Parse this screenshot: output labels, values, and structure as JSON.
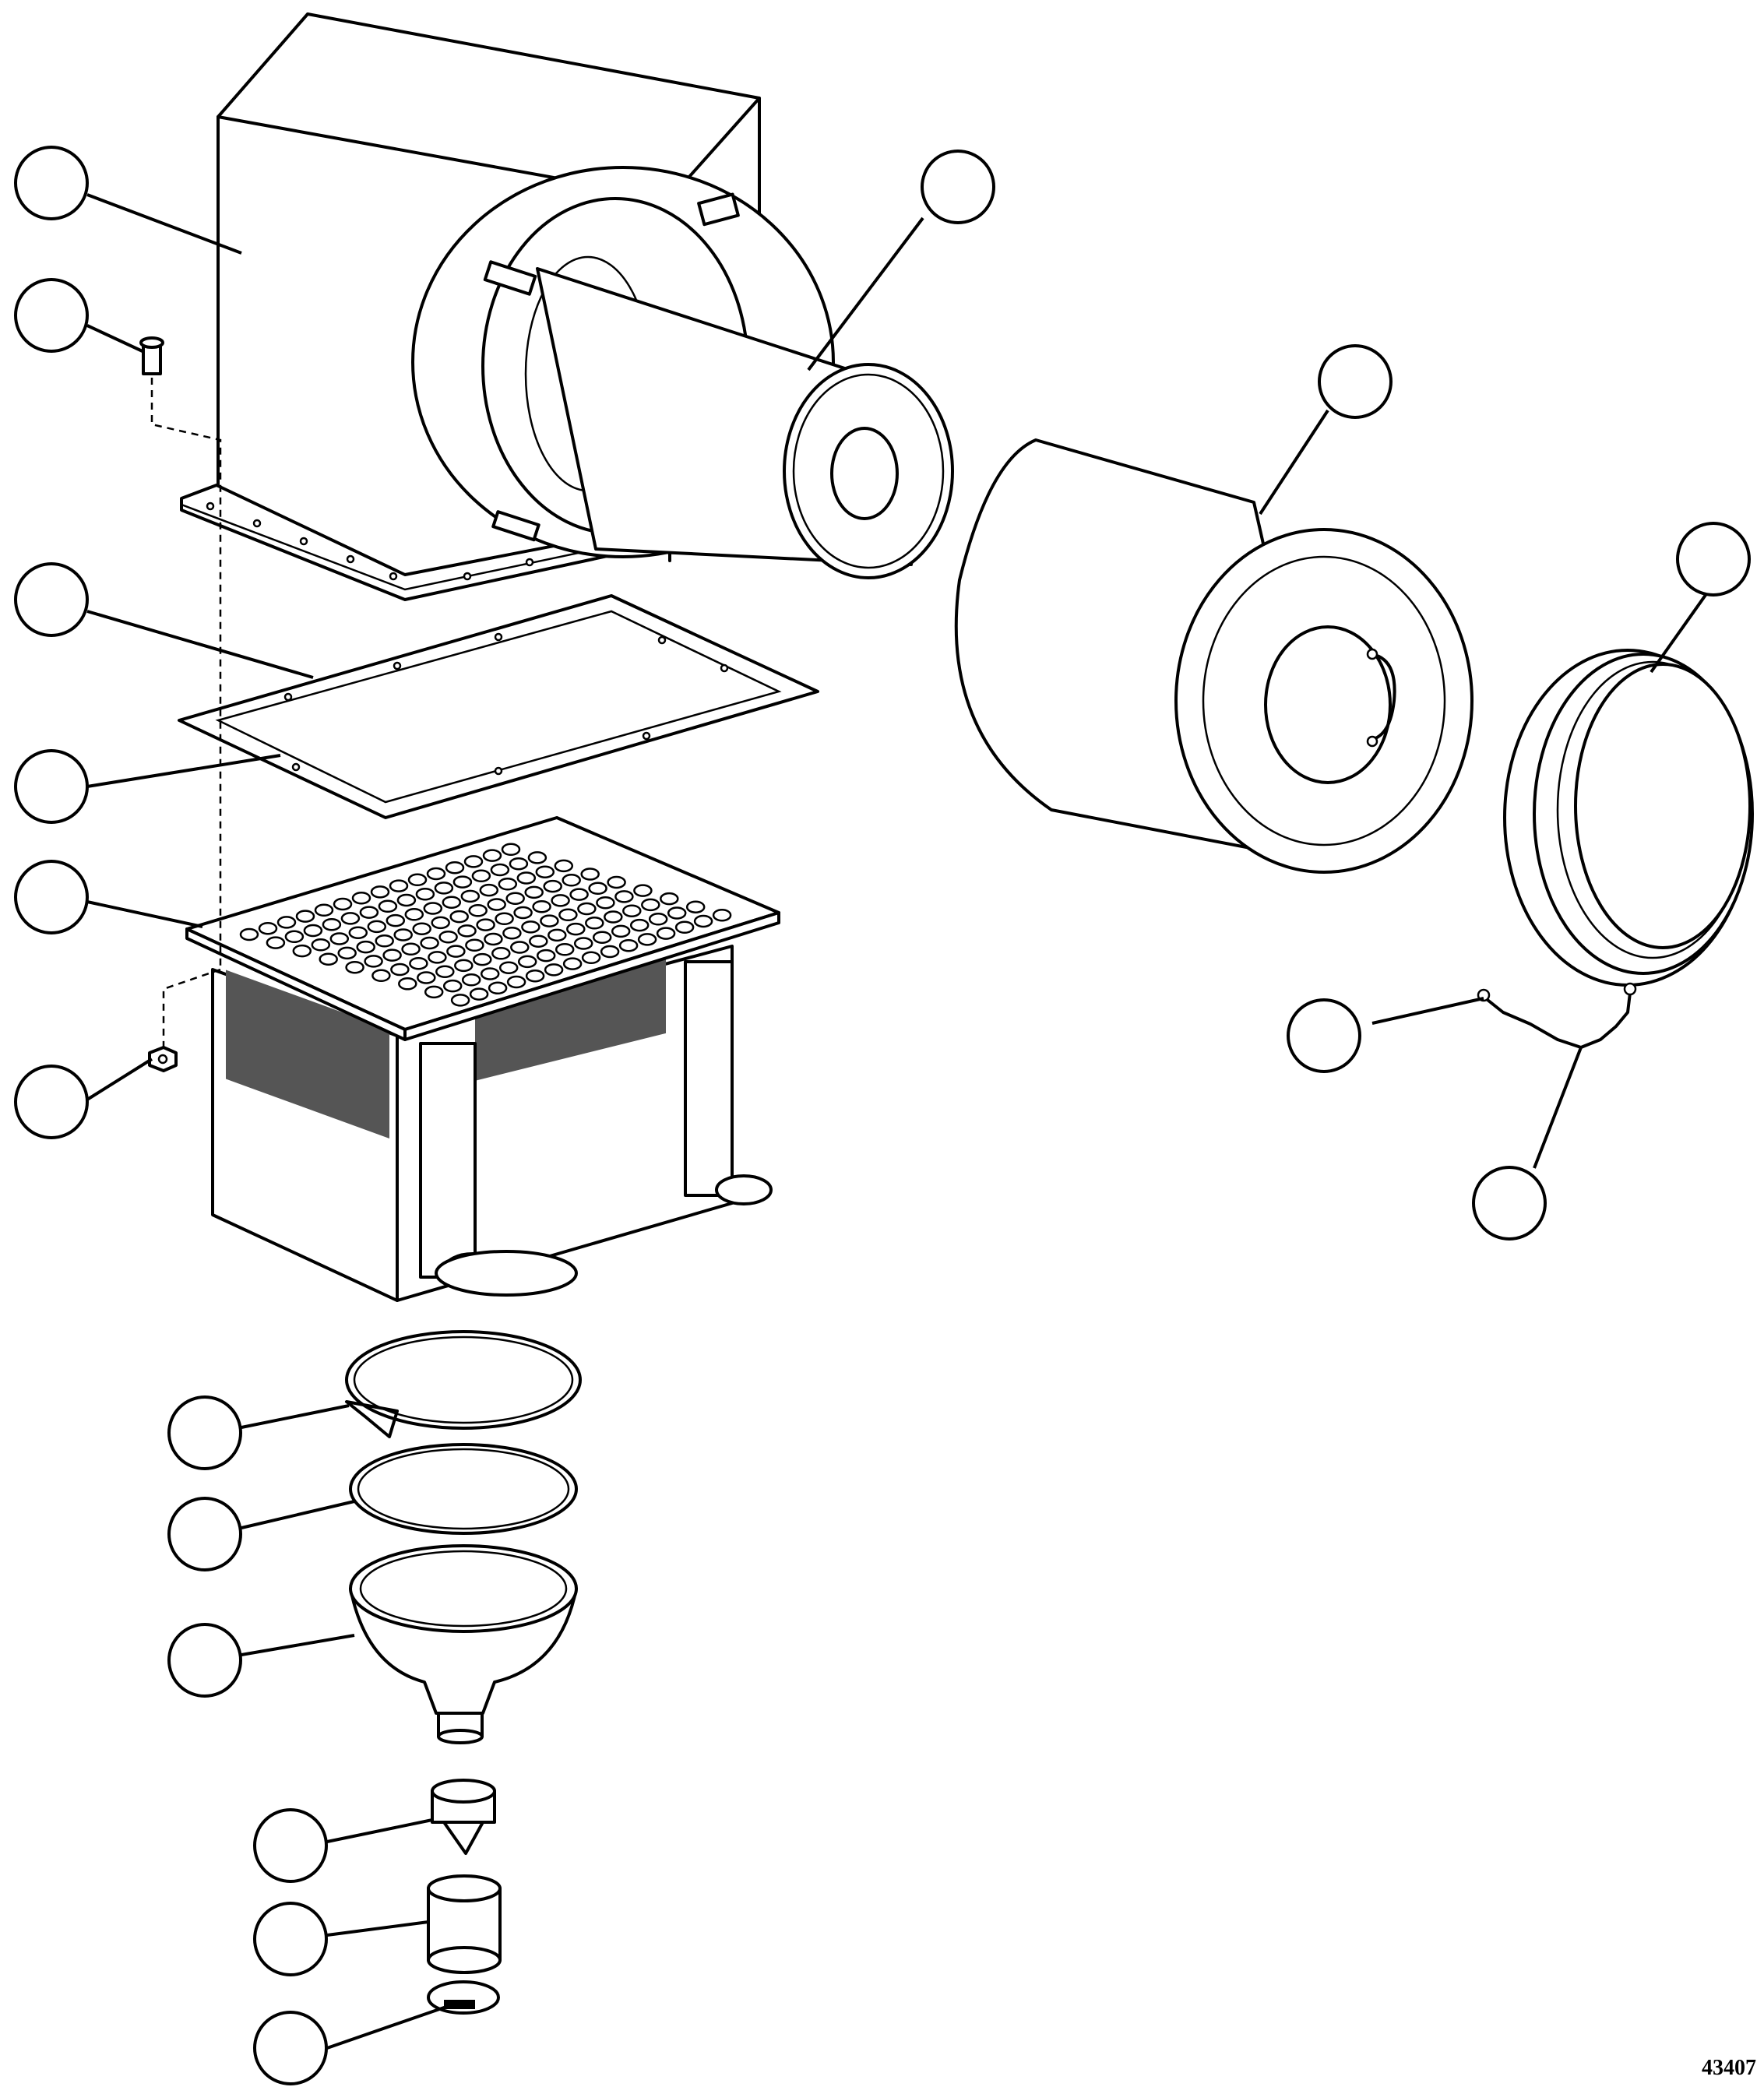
{
  "figure": {
    "id_number": "43407",
    "parts": [
      {
        "key": "housing",
        "name": "housing-icon"
      },
      {
        "key": "screw",
        "name": "screw-icon"
      },
      {
        "key": "gasket-upper",
        "name": "gasket-icon"
      },
      {
        "key": "gasket-lower",
        "name": "gasket-icon"
      },
      {
        "key": "cyclone-tray",
        "name": "cyclone-tray-icon"
      },
      {
        "key": "nut",
        "name": "nut-icon"
      },
      {
        "key": "safety-element",
        "name": "safety-filter-element-icon"
      },
      {
        "key": "primary-element",
        "name": "primary-filter-element-icon"
      },
      {
        "key": "cover",
        "name": "cover-icon"
      },
      {
        "key": "chain",
        "name": "chain-icon"
      },
      {
        "key": "clamp",
        "name": "clamp-icon"
      },
      {
        "key": "o-ring",
        "name": "o-ring-icon"
      },
      {
        "key": "dust-cup",
        "name": "dust-cup-icon"
      },
      {
        "key": "valve",
        "name": "vacuator-valve-icon"
      },
      {
        "key": "hose",
        "name": "hose-icon"
      },
      {
        "key": "hose-clamp",
        "name": "hose-clamp-icon"
      }
    ]
  }
}
